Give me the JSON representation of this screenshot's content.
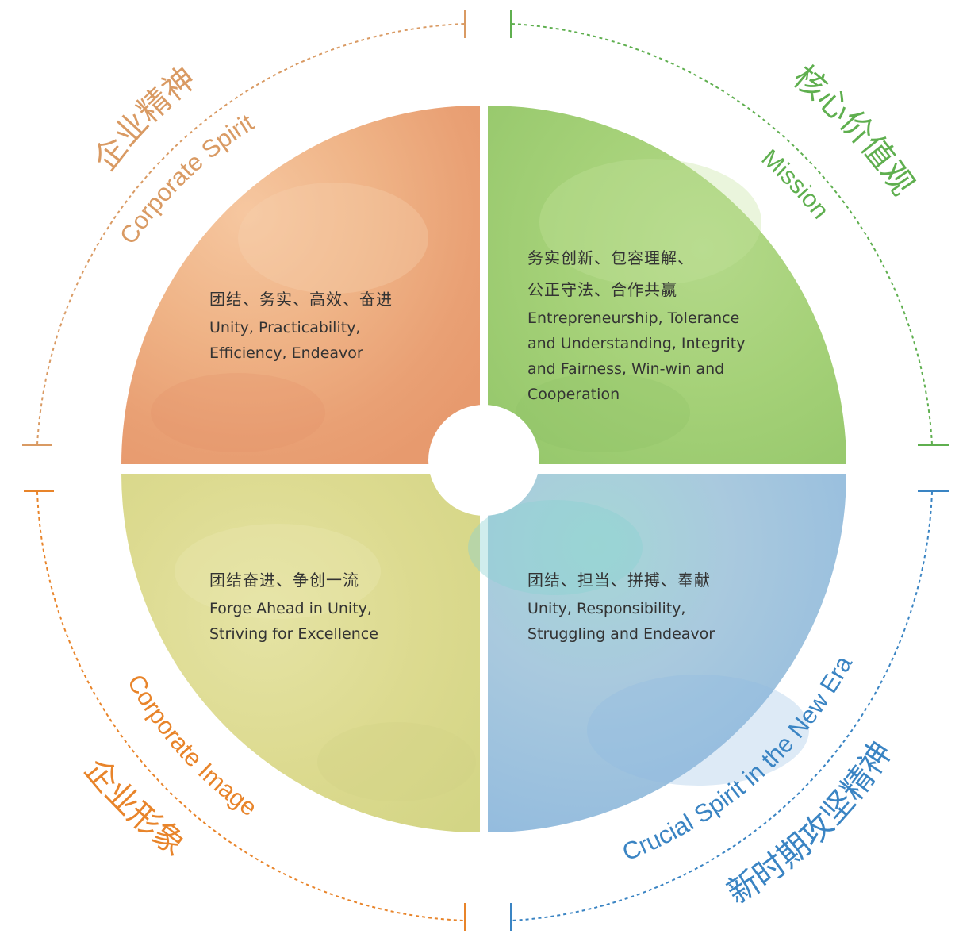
{
  "colors": {
    "corporate_spirit": "#d99a63",
    "mission": "#5faf4f",
    "corporate_image": "#e8842a",
    "new_era": "#3a84c3",
    "text": "#333333"
  },
  "quadrants": {
    "corporate_spirit": {
      "zh": "企业精神",
      "en": "Corporate Spirit",
      "body_zh": "团结、务实、高效、奋进",
      "body_en_1": "Unity, Practicability,",
      "body_en_2": "Efficiency, Endeavor"
    },
    "mission": {
      "zh": "核心价值观",
      "en": "Mission",
      "body_zh_1": "务实创新、包容理解、",
      "body_zh_2": "公正守法、合作共赢",
      "body_en_1": "Entrepreneurship, Tolerance",
      "body_en_2": "and Understanding, Integrity",
      "body_en_3": "and Fairness, Win-win and",
      "body_en_4": "Cooperation"
    },
    "corporate_image": {
      "zh": "企业形象",
      "en": "Corporate Image",
      "body_zh": "团结奋进、争创一流",
      "body_en_1": "Forge Ahead in Unity,",
      "body_en_2": "Striving for Excellence"
    },
    "new_era": {
      "zh": "新时期攻坚精神",
      "en": "Crucial Spirit in the New Era",
      "body_zh": "团结、担当、拼搏、奉献",
      "body_en_1": "Unity, Responsibility,",
      "body_en_2": "Struggling and Endeavor"
    }
  }
}
